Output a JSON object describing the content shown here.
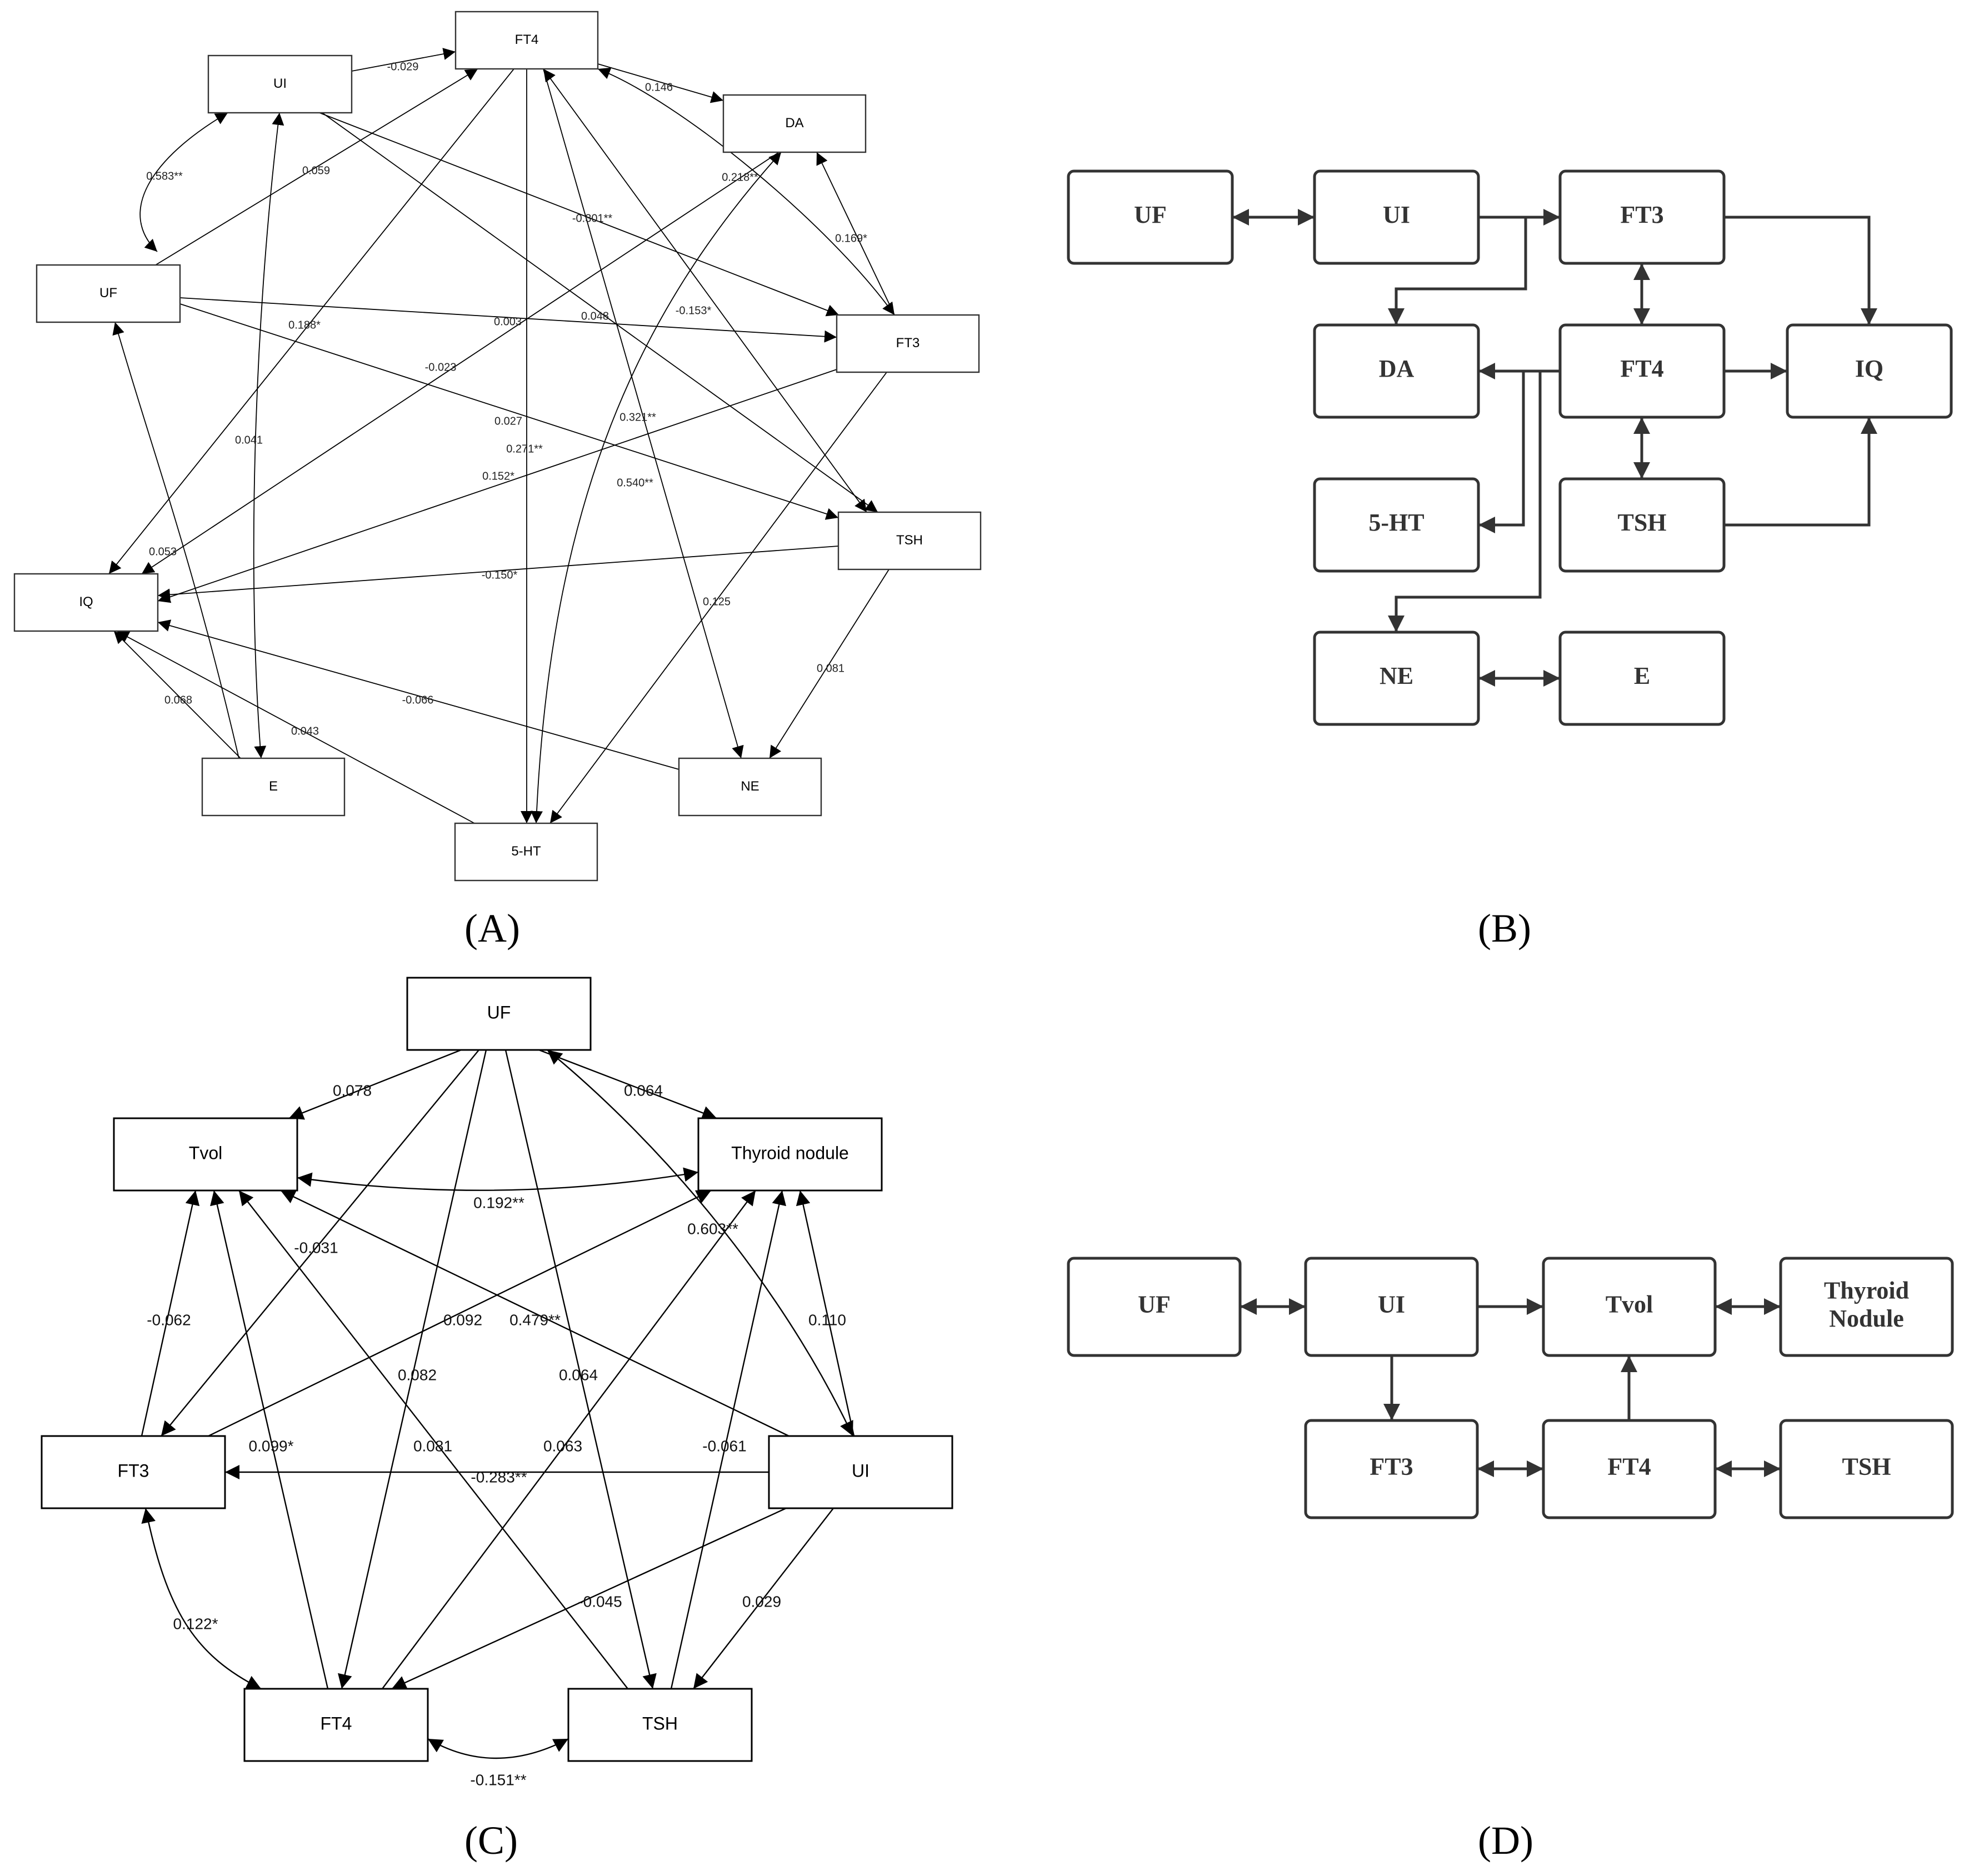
{
  "panels": [
    {
      "id": "A",
      "label": "(A)",
      "nodes": [
        {
          "id": "UI",
          "text": "UI"
        },
        {
          "id": "FT4",
          "text": "FT4"
        },
        {
          "id": "DA",
          "text": "DA"
        },
        {
          "id": "UF",
          "text": "UF"
        },
        {
          "id": "FT3",
          "text": "FT3"
        },
        {
          "id": "TSH",
          "text": "TSH"
        },
        {
          "id": "IQ",
          "text": "IQ"
        },
        {
          "id": "E",
          "text": "E"
        },
        {
          "id": "NE",
          "text": "NE"
        },
        {
          "id": "5-HT",
          "text": "5-HT"
        }
      ],
      "edges": [
        {
          "from": "UI",
          "to": "FT4",
          "label": "-0.029",
          "type": "single"
        },
        {
          "from": "FT4",
          "to": "DA",
          "label": "0.146",
          "type": "single"
        },
        {
          "from": "UF",
          "to": "UI",
          "label": "0.583**",
          "type": "double-curve"
        },
        {
          "from": "UF",
          "to": "FT4",
          "label": "0.059",
          "type": "single"
        },
        {
          "from": "UI",
          "to": "FT3",
          "label": "-0.301**",
          "type": "single"
        },
        {
          "from": "UI",
          "to": "TSH",
          "label": "0.048",
          "type": "single"
        },
        {
          "from": "DA",
          "to": "IQ",
          "label": "0.218**",
          "type": "single"
        },
        {
          "from": "FT3",
          "to": "DA",
          "label": "0.169*",
          "type": "single"
        },
        {
          "from": "FT4",
          "to": "FT3",
          "label": "-0.153*",
          "type": "double-curve"
        },
        {
          "from": "UF",
          "to": "FT3",
          "label": "0.003",
          "type": "single"
        },
        {
          "from": "FT4",
          "to": "IQ",
          "label": "0.188*",
          "type": "single"
        },
        {
          "from": "UF",
          "to": "TSH",
          "label": "-0.023",
          "type": "single"
        },
        {
          "from": "UI",
          "to": "E",
          "label": "0.041",
          "type": "double"
        },
        {
          "from": "FT4",
          "to": "5-HT",
          "label": "0.027",
          "type": "single"
        },
        {
          "from": "FT4",
          "to": "TSH",
          "label": "0.321**",
          "type": "double"
        },
        {
          "from": "FT4",
          "to": "NE",
          "label": "0.271**",
          "type": "single"
        },
        {
          "from": "FT3",
          "to": "IQ",
          "label": "0.152*",
          "type": "single"
        },
        {
          "from": "DA",
          "to": "5-HT",
          "label": "0.540**",
          "type": "double-curve"
        },
        {
          "from": "E",
          "to": "UF",
          "label": "0.053",
          "type": "single"
        },
        {
          "from": "TSH",
          "to": "IQ",
          "label": "-0.150*",
          "type": "single"
        },
        {
          "from": "FT3",
          "to": "5-HT",
          "label": "0.125",
          "type": "single"
        },
        {
          "from": "TSH",
          "to": "NE",
          "label": "0.081",
          "type": "single"
        },
        {
          "from": "E",
          "to": "IQ",
          "label": "0.068",
          "type": "single"
        },
        {
          "from": "NE",
          "to": "IQ",
          "label": "-0.066",
          "type": "single"
        },
        {
          "from": "5-HT",
          "to": "IQ",
          "label": "0.043",
          "type": "single"
        }
      ]
    },
    {
      "id": "B",
      "label": "(B)",
      "nodes": [
        {
          "id": "UF",
          "text": "UF"
        },
        {
          "id": "UI",
          "text": "UI"
        },
        {
          "id": "FT3",
          "text": "FT3"
        },
        {
          "id": "DA",
          "text": "DA"
        },
        {
          "id": "FT4",
          "text": "FT4"
        },
        {
          "id": "IQ",
          "text": "IQ"
        },
        {
          "id": "5-HT",
          "text": "5-HT"
        },
        {
          "id": "TSH",
          "text": "TSH"
        },
        {
          "id": "NE",
          "text": "NE"
        },
        {
          "id": "E",
          "text": "E"
        }
      ],
      "edges": [
        {
          "from": "UF",
          "to": "UI",
          "type": "double"
        },
        {
          "from": "UI",
          "to": "FT3",
          "type": "single"
        },
        {
          "from": "UI",
          "to": "DA",
          "type": "single"
        },
        {
          "from": "FT3",
          "to": "IQ",
          "type": "single"
        },
        {
          "from": "FT3",
          "to": "FT4",
          "type": "double"
        },
        {
          "from": "FT4",
          "to": "DA",
          "type": "single"
        },
        {
          "from": "FT4",
          "to": "IQ",
          "type": "single"
        },
        {
          "from": "FT4",
          "to": "TSH",
          "type": "double"
        },
        {
          "from": "FT4",
          "to": "5-HT",
          "type": "single"
        },
        {
          "from": "FT4",
          "to": "NE",
          "type": "single"
        },
        {
          "from": "TSH",
          "to": "IQ",
          "type": "single"
        },
        {
          "from": "NE",
          "to": "E",
          "type": "double"
        }
      ]
    },
    {
      "id": "C",
      "label": "(C)",
      "nodes": [
        {
          "id": "UF",
          "text": "UF"
        },
        {
          "id": "Tvol",
          "text": "Tvol"
        },
        {
          "id": "Thyroid nodule",
          "text": "Thyroid nodule"
        },
        {
          "id": "FT3",
          "text": "FT3"
        },
        {
          "id": "UI",
          "text": "UI"
        },
        {
          "id": "FT4",
          "text": "FT4"
        },
        {
          "id": "TSH",
          "text": "TSH"
        }
      ],
      "edges": [
        {
          "from": "UF",
          "to": "Tvol",
          "label": "0.078",
          "type": "single"
        },
        {
          "from": "UF",
          "to": "Thyroid nodule",
          "label": "0.064",
          "type": "single"
        },
        {
          "from": "Tvol",
          "to": "Thyroid nodule",
          "label": "0.192**",
          "type": "double-curve"
        },
        {
          "from": "UF",
          "to": "FT3",
          "label": "-0.031",
          "type": "single"
        },
        {
          "from": "UI",
          "to": "UF",
          "label": "0.603**",
          "type": "double-curve"
        },
        {
          "from": "FT3",
          "to": "Tvol",
          "label": "-0.062",
          "type": "single"
        },
        {
          "from": "FT3",
          "to": "Thyroid nodule",
          "label": "0.092",
          "type": "single"
        },
        {
          "from": "UI",
          "to": "Tvol",
          "label": "0.479**",
          "type": "single"
        },
        {
          "from": "UI",
          "to": "Thyroid nodule",
          "label": "0.110",
          "type": "single"
        },
        {
          "from": "UF",
          "to": "FT4",
          "label": "0.082",
          "type": "single"
        },
        {
          "from": "UF",
          "to": "TSH",
          "label": "0.064",
          "type": "single"
        },
        {
          "from": "FT4",
          "to": "Tvol",
          "label": "0.099*",
          "type": "single"
        },
        {
          "from": "TSH",
          "to": "Tvol",
          "label": "0.081",
          "type": "single"
        },
        {
          "from": "FT4",
          "to": "Thyroid nodule",
          "label": "0.063",
          "type": "single"
        },
        {
          "from": "TSH",
          "to": "Thyroid nodule",
          "label": "-0.061",
          "type": "single"
        },
        {
          "from": "UI",
          "to": "FT3",
          "label": "-0.283**",
          "type": "single"
        },
        {
          "from": "FT3",
          "to": "FT4",
          "label": "0.122*",
          "type": "double-curve"
        },
        {
          "from": "UI",
          "to": "FT4",
          "label": "-0.045",
          "type": "single"
        },
        {
          "from": "UI",
          "to": "TSH",
          "label": "0.029",
          "type": "single"
        },
        {
          "from": "FT4",
          "to": "TSH",
          "label": "-0.151**",
          "type": "double-curve"
        }
      ]
    },
    {
      "id": "D",
      "label": "(D)",
      "nodes": [
        {
          "id": "UF",
          "text": "UF"
        },
        {
          "id": "UI",
          "text": "UI"
        },
        {
          "id": "Tvol",
          "text": "Tvol"
        },
        {
          "id": "Thyroid Nodule",
          "text": "Thyroid Nodule"
        },
        {
          "id": "FT3",
          "text": "FT3"
        },
        {
          "id": "FT4",
          "text": "FT4"
        },
        {
          "id": "TSH",
          "text": "TSH"
        }
      ],
      "edges": [
        {
          "from": "UF",
          "to": "UI",
          "type": "double"
        },
        {
          "from": "UI",
          "to": "Tvol",
          "type": "single"
        },
        {
          "from": "Tvol",
          "to": "Thyroid Nodule",
          "type": "double"
        },
        {
          "from": "UI",
          "to": "FT3",
          "type": "single"
        },
        {
          "from": "FT4",
          "to": "Tvol",
          "type": "single"
        },
        {
          "from": "FT3",
          "to": "FT4",
          "type": "double"
        },
        {
          "from": "FT4",
          "to": "TSH",
          "type": "double"
        }
      ]
    }
  ]
}
